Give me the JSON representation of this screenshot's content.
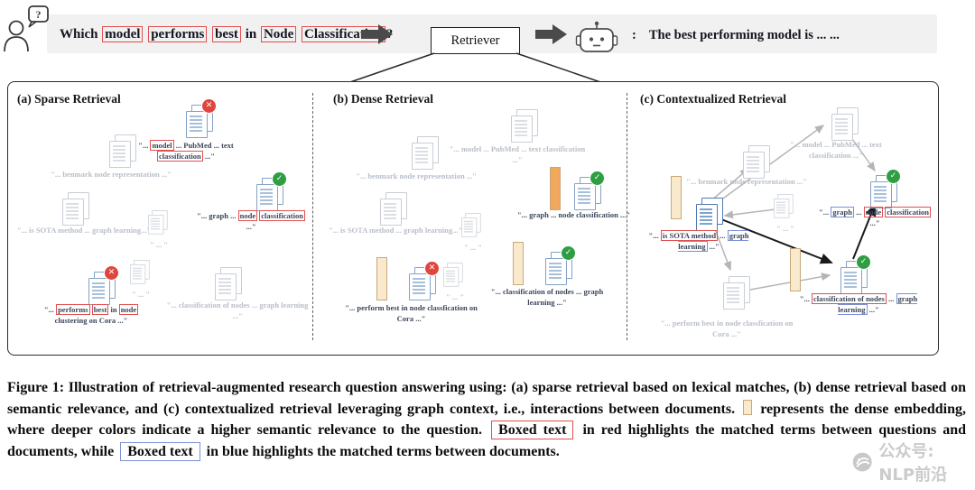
{
  "icons": {
    "cross": "✕",
    "check": "✓",
    "question_mark": "?"
  },
  "colors": {
    "red_box": "#e05050",
    "blue_box": "#7b8fd9",
    "embedding_strong": "#f2a85c",
    "embedding_pale": "#f9e9cd",
    "check_green": "#2e9e43",
    "cross_red": "#e0463e",
    "faded_text": "#b9bfc8",
    "banner_bg": "#f1f1f1"
  },
  "header": {
    "question_segments": [
      {
        "text": "Which "
      },
      {
        "text": "model",
        "cls": "red-box"
      },
      {
        "text": " "
      },
      {
        "text": "performs",
        "cls": "red-box"
      },
      {
        "text": " "
      },
      {
        "text": "best",
        "cls": "red-box"
      },
      {
        "text": " in "
      },
      {
        "text": "Node",
        "cls": "red-box"
      },
      {
        "text": " "
      },
      {
        "text": "Classification",
        "cls": "red-box"
      },
      {
        "text": "?"
      }
    ],
    "retriever_label": "Retriever",
    "answer_prefix": ":",
    "answer_text": "The best performing model is ... ..."
  },
  "figure": {
    "panels": [
      {
        "label": "(a) Sparse Retrieval",
        "documents": [
          {
            "segments": [
              {
                "text": "\"... "
              },
              {
                "text": "model",
                "cls": "red-box"
              },
              {
                "text": " ... PubMed ... text "
              },
              {
                "text": "classification",
                "cls": "red-box"
              },
              {
                "text": " ...\""
              }
            ]
          },
          {
            "segments": [
              {
                "text": "\"... benmark node representation ...\""
              }
            ]
          },
          {
            "segments": [
              {
                "text": "\"... graph ... "
              },
              {
                "text": "node",
                "cls": "red-box"
              },
              {
                "text": " "
              },
              {
                "text": "classification",
                "cls": "red-box"
              },
              {
                "text": " ...\""
              }
            ]
          },
          {
            "segments": [
              {
                "text": "\"... is SOTA method ... graph learning...\""
              }
            ]
          },
          {
            "segments": [
              {
                "text": "\" ... \""
              }
            ]
          },
          {
            "segments": [
              {
                "text": "\" ... \""
              }
            ]
          },
          {
            "segments": [
              {
                "text": "\"... "
              },
              {
                "text": "performs",
                "cls": "red-box"
              },
              {
                "text": " "
              },
              {
                "text": "best",
                "cls": "red-box"
              },
              {
                "text": " in "
              },
              {
                "text": "node",
                "cls": "red-box"
              },
              {
                "text": " clustering on Cora ...\""
              }
            ]
          },
          {
            "segments": [
              {
                "text": "\"... classification of nodes ... graph learning ...\""
              }
            ]
          }
        ]
      },
      {
        "label": "(b) Dense Retrieval",
        "documents": [
          {
            "segments": [
              {
                "text": "\"... model ... PubMed ... text classification ...\""
              }
            ]
          },
          {
            "segments": [
              {
                "text": "\"... benmark node representation ...\""
              }
            ]
          },
          {
            "segments": [
              {
                "text": "\"... graph ... node classification ...\""
              }
            ]
          },
          {
            "segments": [
              {
                "text": "\"... is SOTA method ... graph learning...\""
              }
            ]
          },
          {
            "segments": [
              {
                "text": "\" ... \""
              }
            ]
          },
          {
            "segments": [
              {
                "text": "\" ... \""
              }
            ]
          },
          {
            "segments": [
              {
                "text": "\"... perform best in node classfication on Cora ...\""
              }
            ]
          },
          {
            "segments": [
              {
                "text": "\"... classification of nodes ... graph learning ...\""
              }
            ]
          }
        ]
      },
      {
        "label": "(c) Contextualized Retrieval",
        "documents": [
          {
            "segments": [
              {
                "text": "\"... model ... PubMed ... text classification ...\""
              }
            ]
          },
          {
            "segments": [
              {
                "text": "\"... benmark node representation ...\""
              }
            ]
          },
          {
            "segments": [
              {
                "text": "\"... "
              },
              {
                "text": "graph",
                "cls": "blue-box"
              },
              {
                "text": " ... "
              },
              {
                "text": "node",
                "cls": "red-box"
              },
              {
                "text": " "
              },
              {
                "text": "classification",
                "cls": "red-box"
              },
              {
                "text": " ...\""
              }
            ]
          },
          {
            "segments": [
              {
                "text": "\"... "
              },
              {
                "text": "is SOTA method",
                "cls": "red-box"
              },
              {
                "text": " ... "
              },
              {
                "text": "graph learning",
                "cls": "blue-box"
              },
              {
                "text": " ...\""
              }
            ]
          },
          {
            "segments": [
              {
                "text": "\" ... \""
              }
            ]
          },
          {
            "segments": [
              {
                "text": "\"... "
              },
              {
                "text": "classification of nodes",
                "cls": "red-box"
              },
              {
                "text": " ... "
              },
              {
                "text": "graph learning",
                "cls": "blue-box"
              },
              {
                "text": " ...\""
              }
            ]
          },
          {
            "segments": [
              {
                "text": "\"... perform best in node classfication on Cora ...\""
              }
            ]
          }
        ]
      }
    ]
  },
  "caption": {
    "segments": [
      {
        "text": "Figure 1: Illustration of retrieval-augmented research question answering using: (a) sparse retrieval based on lexical matches, (b) dense retrieval based on semantic relevance, and (c) contextualized retrieval leveraging graph context, i.e., interactions between documents. "
      },
      {
        "text": "",
        "cls": "cap-swatch"
      },
      {
        "text": " represents the dense embedding, where deeper colors indicate a higher semantic relevance to the question. "
      },
      {
        "text": "Boxed text",
        "cls": "cap-red-box"
      },
      {
        "text": " in red highlights the matched terms between questions and documents, while "
      },
      {
        "text": "Boxed text",
        "cls": "cap-blue-box"
      },
      {
        "text": " in blue highlights the matched terms between documents."
      }
    ]
  },
  "watermark": {
    "text": "公众号: NLP前沿"
  }
}
